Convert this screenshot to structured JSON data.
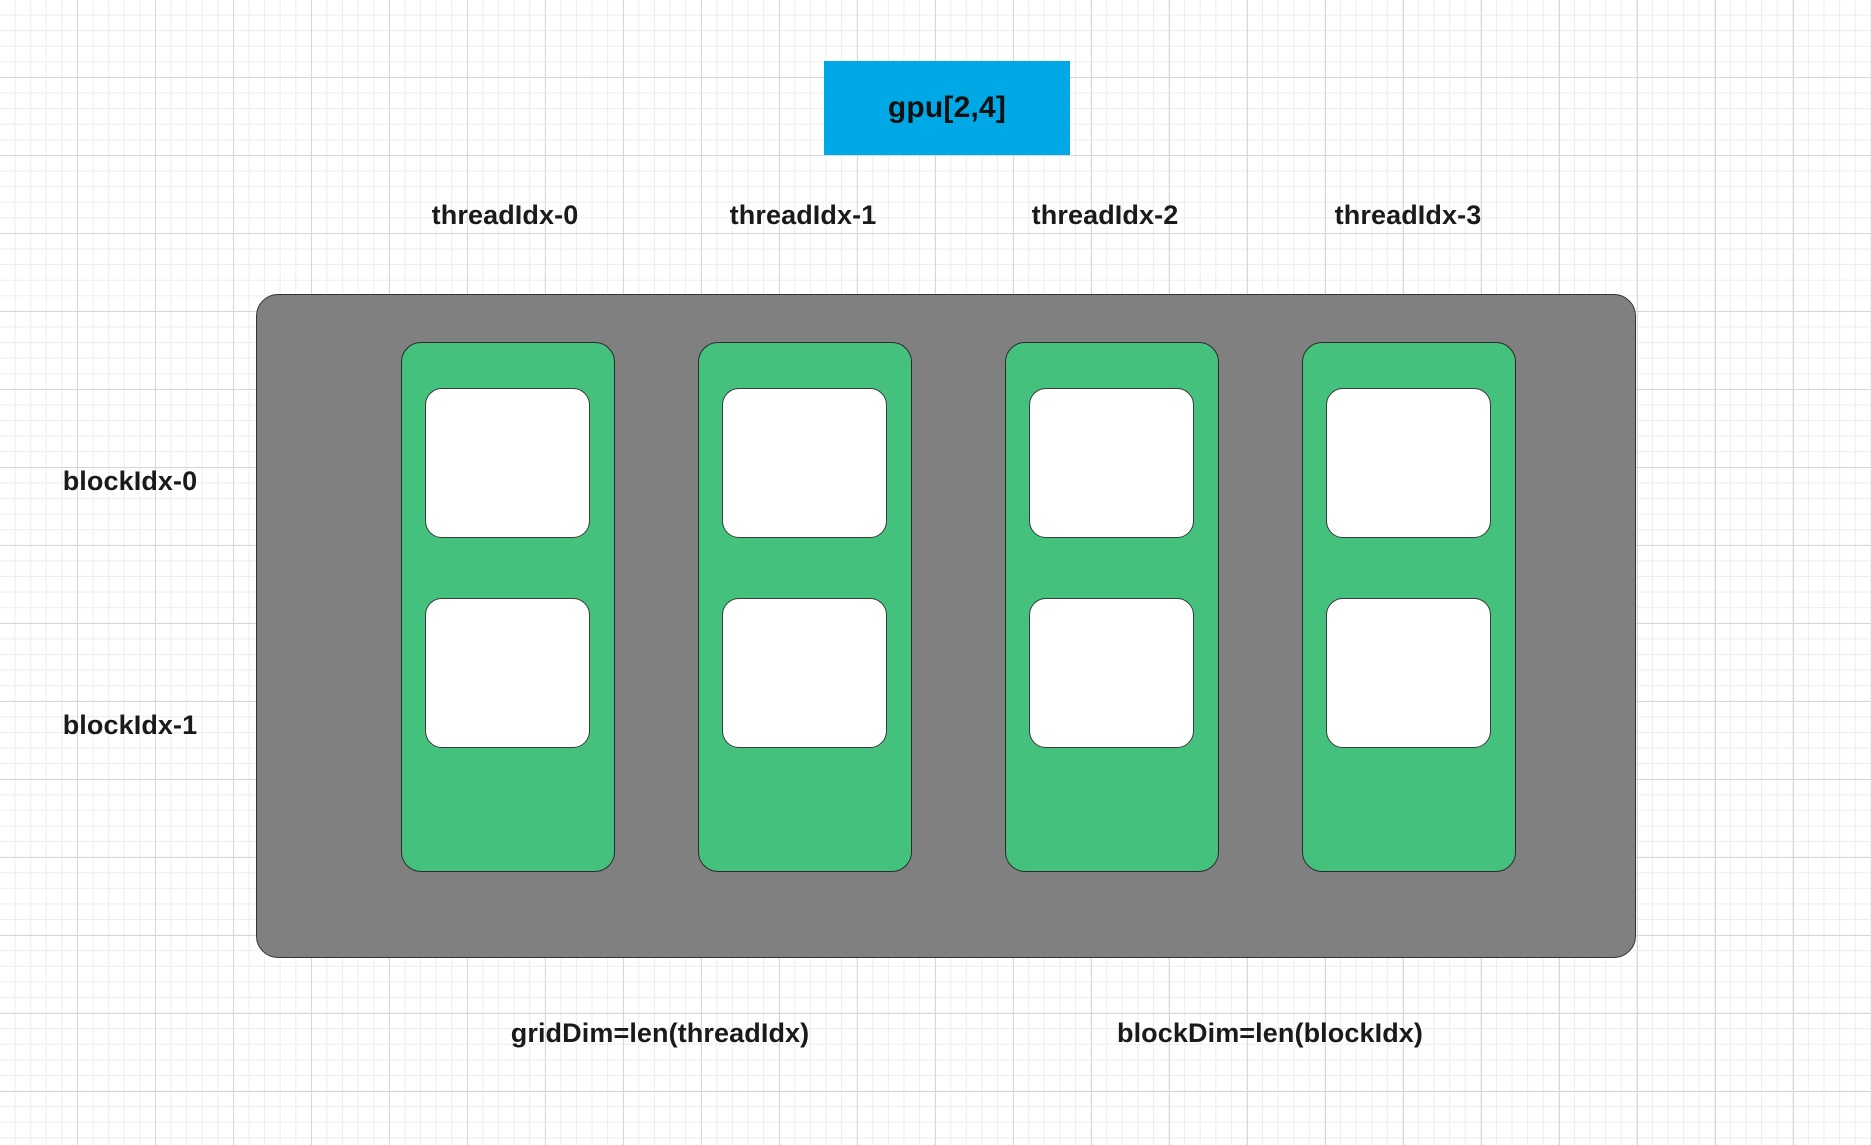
{
  "diagram": {
    "title_box": {
      "label": "gpu[2,4]",
      "color": "#00a9e5"
    },
    "container": {
      "name": "gpu-grid-container",
      "color": "#808080"
    },
    "thread_columns": [
      {
        "label": "threadIdx-0"
      },
      {
        "label": "threadIdx-1"
      },
      {
        "label": "threadIdx-2"
      },
      {
        "label": "threadIdx-3"
      }
    ],
    "block_rows": [
      {
        "label": "blockIdx-0"
      },
      {
        "label": "blockIdx-1"
      }
    ],
    "captions": {
      "grid_dim": "gridDim=len(threadIdx)",
      "block_dim": "blockDim=len(blockIdx)"
    },
    "colors": {
      "accent_blue": "#00a9e5",
      "container_gray": "#808080",
      "thread_green": "#45c17e",
      "cell_white": "#ffffff",
      "grid_minor": "#ededed",
      "grid_major": "#d7d7d7"
    }
  }
}
